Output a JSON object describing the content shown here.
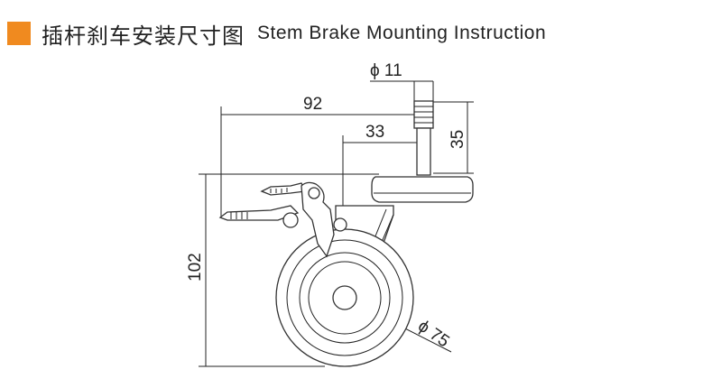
{
  "header": {
    "title_cn": "插杆刹车安装尺寸图",
    "title_en": "Stem Brake Mounting Instruction"
  },
  "dimensions": {
    "stem_diameter": "ϕ 11",
    "total_width": "92",
    "offset": "33",
    "stem_height": "35",
    "total_height": "102",
    "wheel_diameter": "ϕ 75"
  },
  "colors": {
    "accent": "#f08a1f",
    "line": "#222222"
  }
}
